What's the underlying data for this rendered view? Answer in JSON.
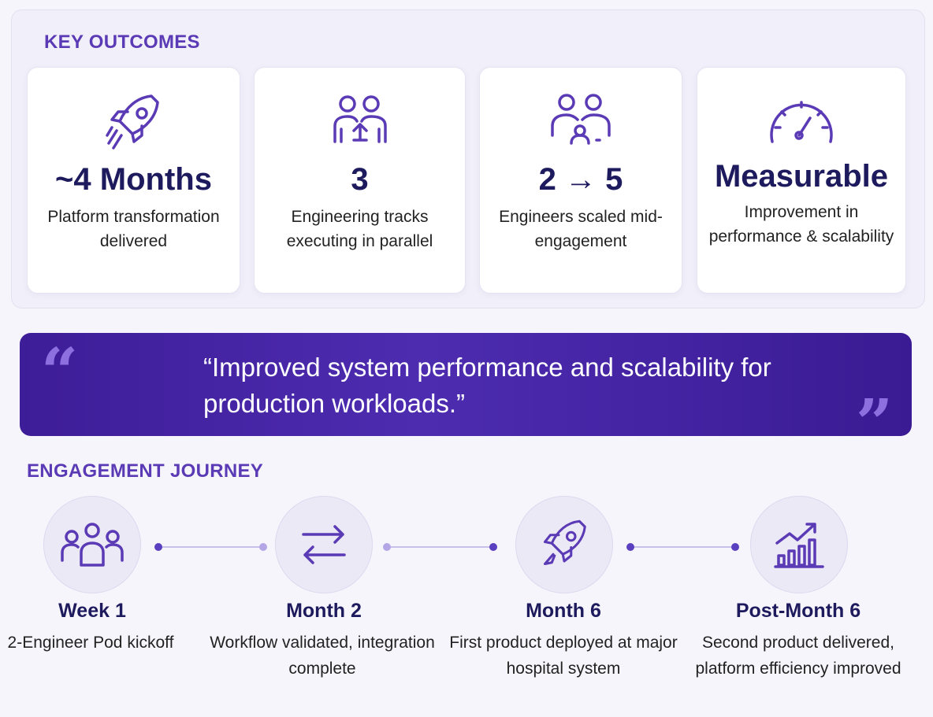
{
  "outcomes": {
    "title": "KEY OUTCOMES",
    "cards": [
      {
        "icon": "rocket-icon",
        "metric": "~4 Months",
        "desc": "Platform transformation delivered"
      },
      {
        "icon": "team-icon",
        "metric": "3",
        "desc": "Engineering tracks executing in parallel"
      },
      {
        "icon": "people-scaling-icon",
        "metric": "2 → 5",
        "desc": "Engineers scaled mid-engagement"
      },
      {
        "icon": "gauge-icon",
        "metric": "Measurable",
        "desc": "Improvement in performance & scalability"
      }
    ]
  },
  "quote": {
    "open_mark": "“",
    "close_mark": "”",
    "text": "“Improved system performance and scalability for production workloads.”"
  },
  "journey": {
    "title": "ENGAGEMENT JOURNEY",
    "steps": [
      {
        "icon": "group-icon",
        "title": "Week 1",
        "desc": "2-Engineer Pod kickoff"
      },
      {
        "icon": "exchange-arrows-icon",
        "title": "Month 2",
        "desc": "Workflow validated, integration complete"
      },
      {
        "icon": "rocket-icon",
        "title": "Month 6",
        "desc": "First product deployed at major hospital system"
      },
      {
        "icon": "growth-chart-icon",
        "title": "Post-Month 6",
        "desc": "Second product delivered, platform efficiency improved"
      }
    ]
  },
  "colors": {
    "accent": "#5b3bb5",
    "heading": "#1e1a5e",
    "banner_start": "#3e1d98",
    "banner_end": "#4d2cb0"
  }
}
